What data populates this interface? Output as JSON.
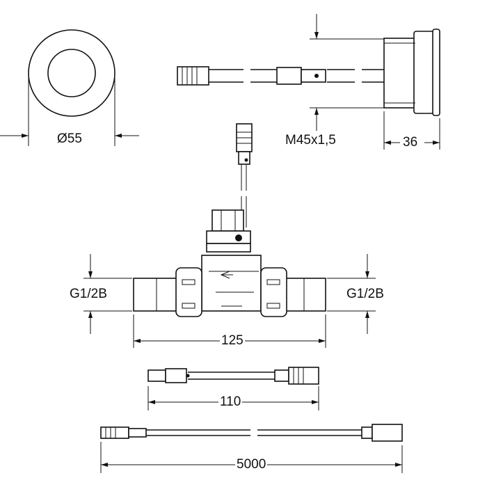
{
  "dimensions": {
    "diameter": "Ø55",
    "thread": "M45x1,5",
    "depth": "36",
    "connection_left": "G1/2B",
    "connection_right": "G1/2B",
    "valve_length": "125",
    "short_cable_length": "110",
    "long_cable_length": "5000"
  }
}
